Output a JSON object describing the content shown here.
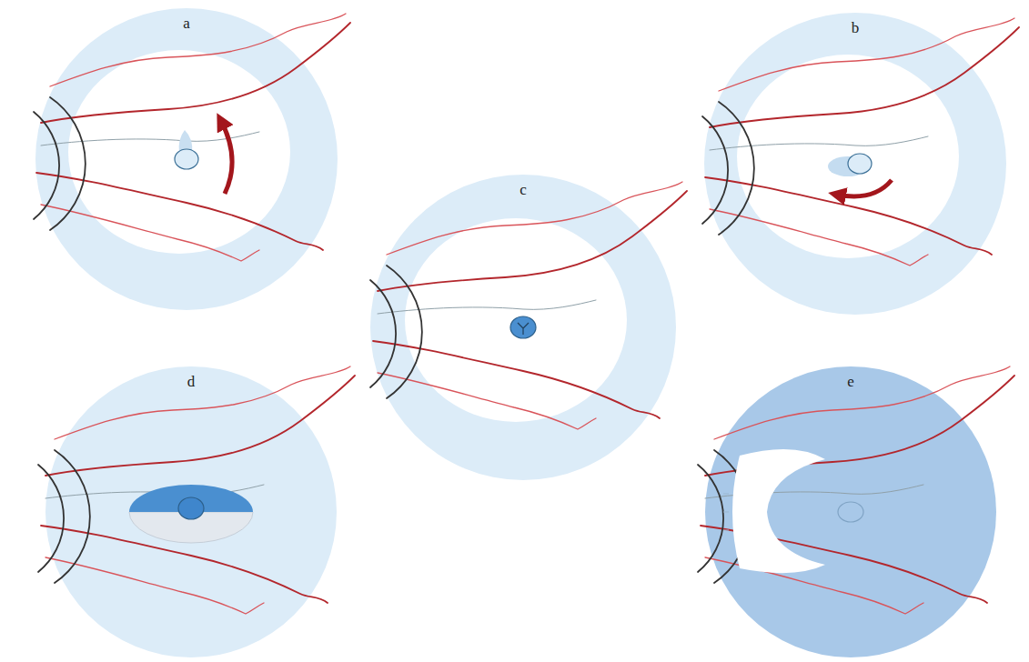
{
  "diagram": {
    "nodes": [
      {
        "text": [
          "a"
        ]
      },
      {
        "text": [
          "b"
        ]
      },
      {
        "text": [
          "c"
        ]
      },
      {
        "text": [
          "d"
        ]
      },
      {
        "text": [
          "e"
        ]
      }
    ]
  }
}
